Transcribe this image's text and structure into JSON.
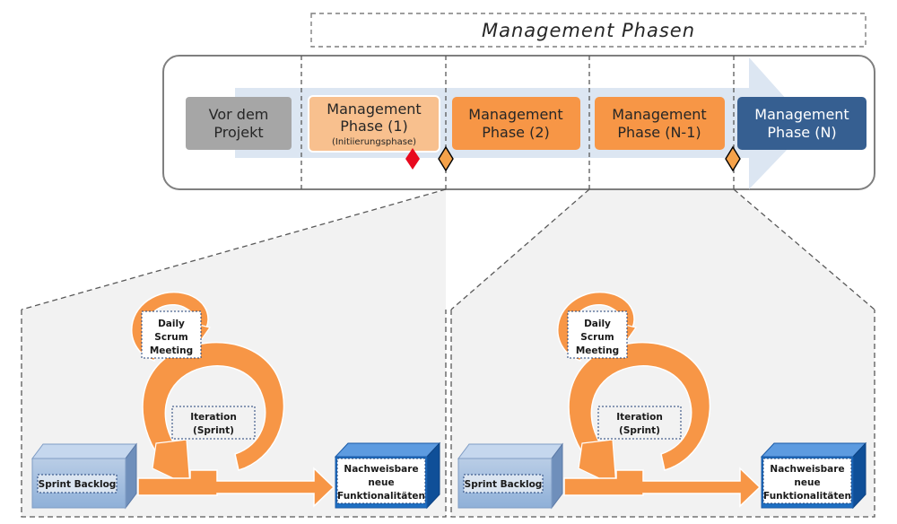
{
  "header": {
    "title": "Management Phasen"
  },
  "phases": [
    {
      "line1": "Vor dem",
      "line2": "Projekt",
      "line3": ""
    },
    {
      "line1": "Management",
      "line2": "Phase (1)",
      "line3": "(Initiierungsphase)"
    },
    {
      "line1": "Management",
      "line2": "Phase (2)",
      "line3": ""
    },
    {
      "line1": "Management",
      "line2": "Phase (N-1)",
      "line3": ""
    },
    {
      "line1": "Management",
      "line2": "Phase (N)",
      "line3": ""
    }
  ],
  "sprint_panels": [
    {
      "daily": [
        "Daily",
        "Scrum",
        "Meeting"
      ],
      "iteration": [
        "Iteration",
        "(Sprint)"
      ],
      "backlog": "Sprint Backlog",
      "result": [
        "Nachweisbare",
        "neue",
        "Funktionalitäten"
      ]
    },
    {
      "daily": [
        "Daily",
        "Scrum",
        "Meeting"
      ],
      "iteration": [
        "Iteration",
        "(Sprint)"
      ],
      "backlog": "Sprint Backlog",
      "result": [
        "Nachweisbare",
        "neue",
        "Funktionalitäten"
      ]
    }
  ],
  "colors": {
    "pre_project": "#a6a6a6",
    "phase_light": "#f8c08e",
    "phase_orange": "#f79646",
    "phase_final": "#365f91",
    "backlog_box": "#95b3d7",
    "result_box": "#1f6fc2",
    "milestone_red": "#e8091e",
    "milestone_orange": "#f5a24a"
  }
}
